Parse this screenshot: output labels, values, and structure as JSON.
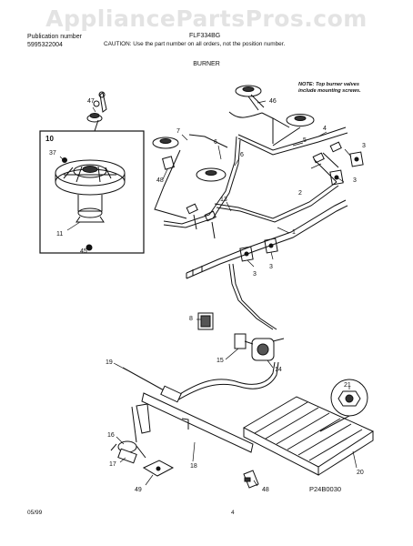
{
  "watermark": "AppliancePartsPros.com",
  "header": {
    "publication_label": "Publication number",
    "publication_number": "5995322004",
    "model": "FLF334BG",
    "caution": "CAUTION:  Use the part number on all orders, not the position number."
  },
  "section_title": "BURNER",
  "note": {
    "line1": "NOTE: Top burner valves",
    "line2": "include mounting screws."
  },
  "callouts": [
    "1",
    "2",
    "3",
    "4",
    "5",
    "6",
    "7",
    "8",
    "9",
    "10",
    "11",
    "13",
    "14",
    "15",
    "16",
    "17",
    "18",
    "19",
    "20",
    "21",
    "37",
    "45",
    "46",
    "47",
    "48",
    "49"
  ],
  "inset_label": "10",
  "figure_code": "P24B0030",
  "footer": {
    "date": "05/99",
    "page": "4"
  }
}
